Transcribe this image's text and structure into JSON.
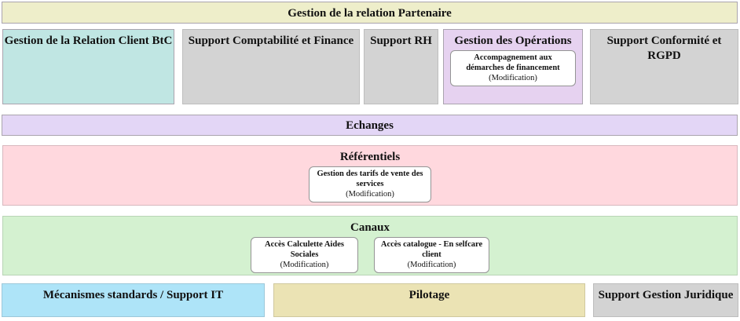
{
  "title_bar": {
    "label": "Gestion de la relation Partenaire"
  },
  "row2": {
    "blocks": [
      {
        "label": "Gestion de la Relation Client BtC"
      },
      {
        "label": "Support Comptabilité et Finance"
      },
      {
        "label": "Support RH"
      },
      {
        "label": "Gestion des Opérations",
        "card": {
          "title": "Accompagnement aux démarches de financement",
          "subtitle": "(Modification)"
        }
      },
      {
        "label": "Support Conformité et RGPD"
      }
    ]
  },
  "bands": {
    "echanges": {
      "label": "Echanges"
    },
    "referentiels": {
      "label": "Référentiels",
      "card": {
        "title": "Gestion des tarifs de vente des services",
        "subtitle": "(Modification)"
      }
    },
    "canaux": {
      "label": "Canaux",
      "cards": [
        {
          "title": "Accès Calculette Aides Sociales",
          "subtitle": "(Modification)"
        },
        {
          "title": "Accès catalogue - En selfcare client",
          "subtitle": "(Modification)"
        }
      ]
    }
  },
  "bottom_row": {
    "blocks": [
      {
        "label": "Mécanismes standards / Support IT"
      },
      {
        "label": "Pilotage"
      },
      {
        "label": "Support Gestion Juridique"
      }
    ]
  },
  "colors": {
    "title_bar": "#eeeeca",
    "relation_client_btc": "#c0e6e3",
    "support_blocks": "#d3d3d3",
    "gestion_operations": "#e6d2f0",
    "echanges": "#e3d6f6",
    "referentiels": "#ffd8de",
    "canaux": "#d4f1d0",
    "mecanismes_support_it": "#aee4f8",
    "pilotage": "#ebe3b4",
    "card_background": "#ffffff"
  }
}
